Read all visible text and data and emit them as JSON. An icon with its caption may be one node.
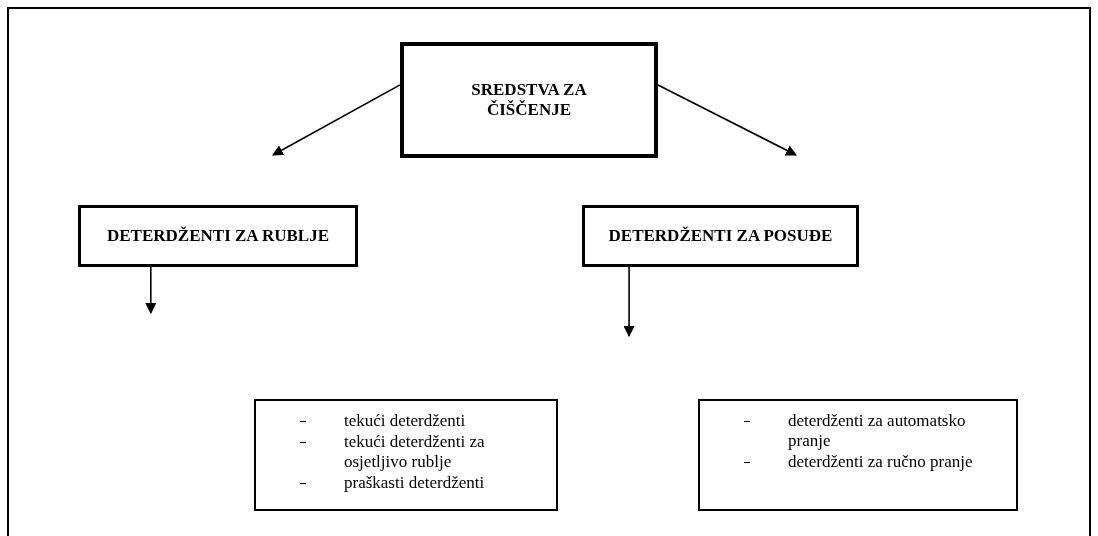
{
  "diagram": {
    "nodes": [
      {
        "text": [
          "SREDSTVA ZA ČIŠČENJE"
        ]
      },
      {
        "text": [
          "DETERDŽENTI ZA RUBLJE"
        ]
      },
      {
        "text": [
          "DETERDŽENTI ZA POSUĐE"
        ]
      },
      {
        "text": [
          "tekući deterdženti",
          "tekući deterdženti za osjetljivo rublje",
          "praškasti deterdženti"
        ]
      },
      {
        "text": [
          "deterdženti za automatsko pranje",
          "deterdženti za ručno pranje"
        ]
      }
    ],
    "edges": [
      {
        "from": 0,
        "to": 1,
        "arrow": "to"
      },
      {
        "from": 0,
        "to": 2,
        "arrow": "to"
      },
      {
        "from": 1,
        "to": null,
        "arrow": "to"
      },
      {
        "from": 2,
        "to": null,
        "arrow": "to"
      }
    ]
  }
}
